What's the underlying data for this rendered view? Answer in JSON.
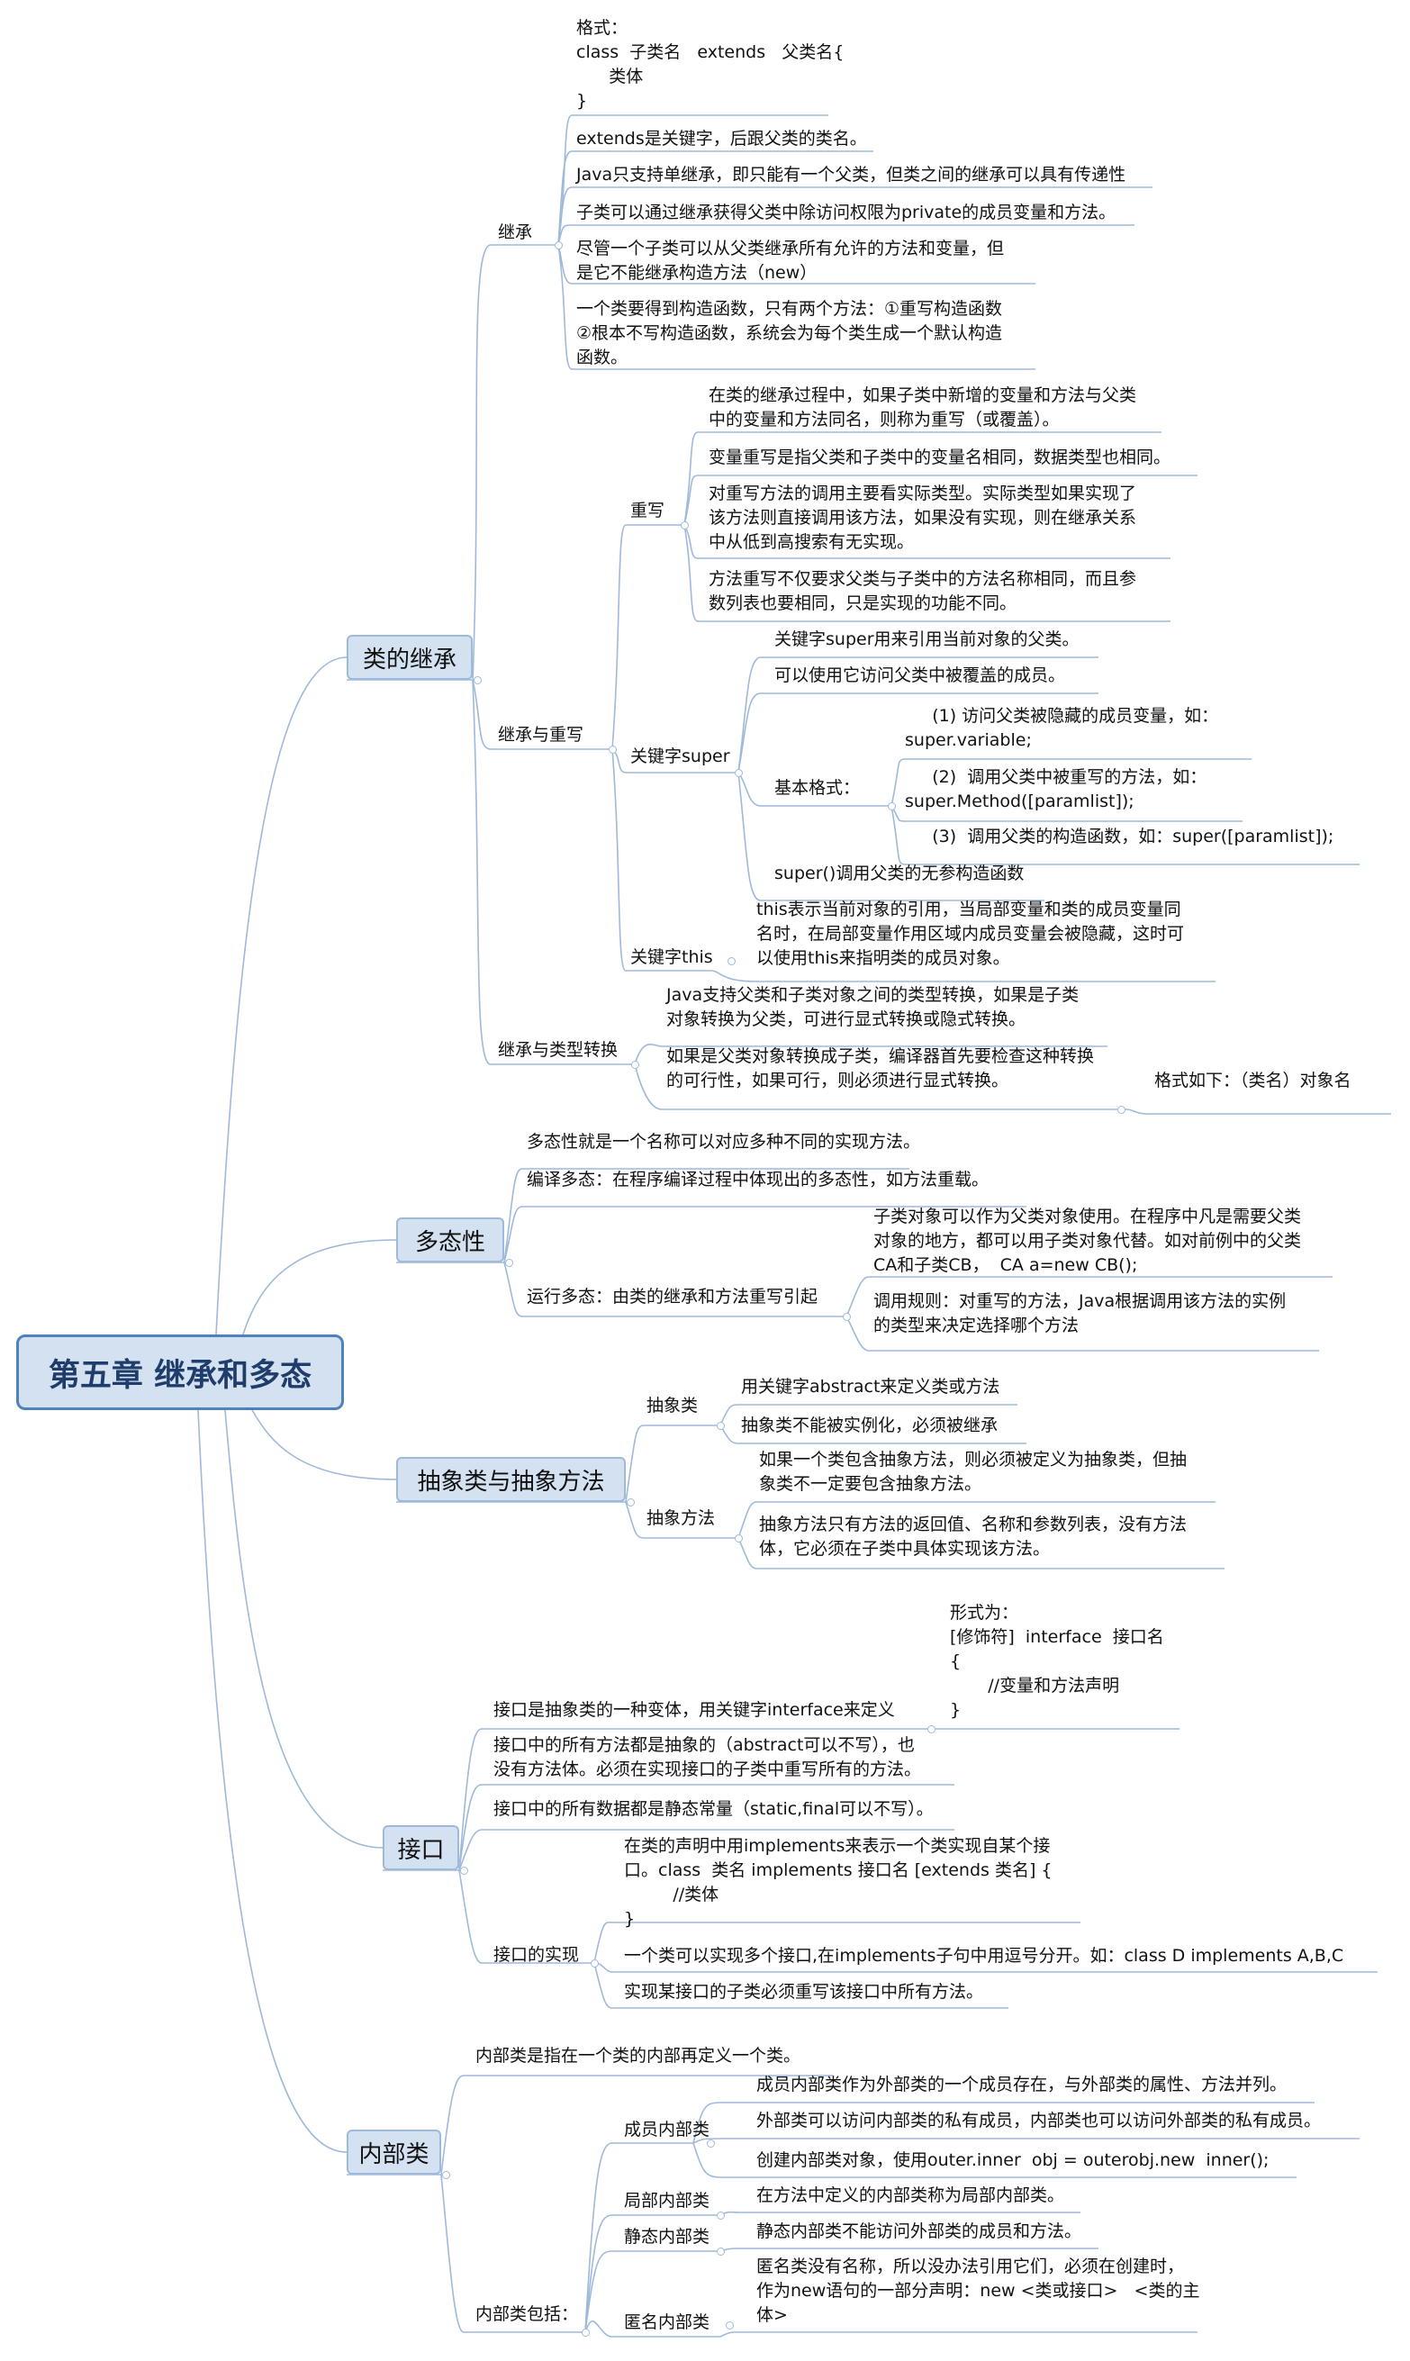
{
  "root": "第五章 继承和多态",
  "topics": {
    "inherit": {
      "label": "类的继承",
      "extends": {
        "label": "继承",
        "items": [
          "格式：\nclass  子类名   extends   父类名{\n      类体\n}",
          "extends是关键字，后跟父类的类名。",
          "Java只支持单继承，即只能有一个父类，但类之间的继承可以具有传递性",
          "子类可以通过继承获得父类中除访问权限为private的成员变量和方法。",
          "尽管一个子类可以从父类继承所有允许的方法和变量，但\n是它不能继承构造方法（new）",
          "一个类要得到构造函数，只有两个方法：①重写构造函数\n②根本不写构造函数，系统会为每个类生成一个默认构造\n函数。"
        ]
      },
      "override": {
        "label": "继承与重写",
        "rewrite": {
          "label": "重写",
          "items": [
            "在类的继承过程中，如果子类中新增的变量和方法与父类\n中的变量和方法同名，则称为重写（或覆盖）。",
            "变量重写是指父类和子类中的变量名相同，数据类型也相同。",
            "对重写方法的调用主要看实际类型。实际类型如果实现了\n该方法则直接调用该方法，如果没有实现，则在继承关系\n中从低到高搜索有无实现。",
            "方法重写不仅要求父类与子类中的方法名称相同，而且参\n数列表也要相同，只是实现的功能不同。"
          ]
        },
        "super": {
          "label": "关键字super",
          "item1": "关键字super用来引用当前对象的父类。",
          "item2": "可以使用它访问父类中被覆盖的成员。",
          "basic_label": "基本格式：",
          "basic": [
            "     (1) 访问父类被隐藏的成员变量，如：\nsuper.variable;",
            "     (2)  调用父类中被重写的方法，如：\nsuper.Method([paramlist]);",
            "     (3)  调用父类的构造函数，如：super([paramlist]);"
          ],
          "item4": "super()调用父类的无参构造函数"
        },
        "this": {
          "label": "关键字this",
          "item": "this表示当前对象的引用，当局部变量和类的成员变量同\n名时，在局部变量作用区域内成员变量会被隐藏，这时可\n以使用this来指明类的成员对象。"
        }
      },
      "cast": {
        "label": "继承与类型转换",
        "items": [
          "Java支持父类和子类对象之间的类型转换，如果是子类\n对象转换为父类，可进行显式转换或隐式转换。",
          "如果是父类对象转换成子类，编译器首先要检查这种转换\n的可行性，如果可行，则必须进行显式转换。"
        ],
        "format": "格式如下：（类名）对象名"
      }
    },
    "poly": {
      "label": "多态性",
      "items": [
        "多态性就是一个名称可以对应多种不同的实现方法。",
        "编译多态：在程序编译过程中体现出的多态性，如方法重载。"
      ],
      "runtime": {
        "label": "运行多态：由类的继承和方法重写引起",
        "items": [
          "子类对象可以作为父类对象使用。在程序中凡是需要父类\n对象的地方，都可以用子类对象代替。如对前例中的父类\nCA和子类CB，  CA a=new CB();",
          "调用规则：对重写的方法，Java根据调用该方法的实例\n的类型来决定选择哪个方法"
        ]
      }
    },
    "abstract": {
      "label": "抽象类与抽象方法",
      "cls": {
        "label": "抽象类",
        "items": [
          "用关键字abstract来定义类或方法",
          "抽象类不能被实例化，必须被继承"
        ]
      },
      "method": {
        "label": "抽象方法",
        "items": [
          "如果一个类包含抽象方法，则必须被定义为抽象类，但抽\n象类不一定要包含抽象方法。",
          "抽象方法只有方法的返回值、名称和参数列表，没有方法\n体，它必须在子类中具体实现该方法。"
        ]
      }
    },
    "iface": {
      "label": "接口",
      "def": {
        "label": "接口是抽象类的一种变体，用关键字interface来定义",
        "form": "形式为：\n[修饰符]  interface  接口名\n{\n       //变量和方法声明\n}"
      },
      "items": [
        "接口中的所有方法都是抽象的（abstract可以不写），也\n没有方法体。必须在实现接口的子类中重写所有的方法。",
        "接口中的所有数据都是静态常量（static,final可以不写）。"
      ],
      "impl": {
        "label": "接口的实现",
        "items": [
          "在类的声明中用implements来表示一个类实现自某个接\n口。class  类名 implements 接口名 [extends 类名] {\n         //类体\n}",
          "一个类可以实现多个接口,在implements子句中用逗号分开。如：class D implements A,B,C",
          "实现某接口的子类必须重写该接口中所有方法。"
        ]
      }
    },
    "inner": {
      "label": "内部类",
      "def": "内部类是指在一个类的内部再定义一个类。",
      "include": {
        "label": "内部类包括：",
        "member": {
          "label": "成员内部类",
          "items": [
            "成员内部类作为外部类的一个成员存在，与外部类的属性、方法并列。",
            "外部类可以访问内部类的私有成员，内部类也可以访问外部类的私有成员。",
            "创建内部类对象，使用outer.inner  obj = outerobj.new  inner();"
          ]
        },
        "local": {
          "label": "局部内部类",
          "item": "在方法中定义的内部类称为局部内部类。"
        },
        "static": {
          "label": "静态内部类",
          "item": "静态内部类不能访问外部类的成员和方法。"
        },
        "anon": {
          "label": "匿名内部类",
          "item": "匿名类没有名称，所以没办法引用它们，必须在创建时，\n作为new语句的一部分声明：new <类或接口>   <类的主\n体>"
        }
      }
    }
  }
}
